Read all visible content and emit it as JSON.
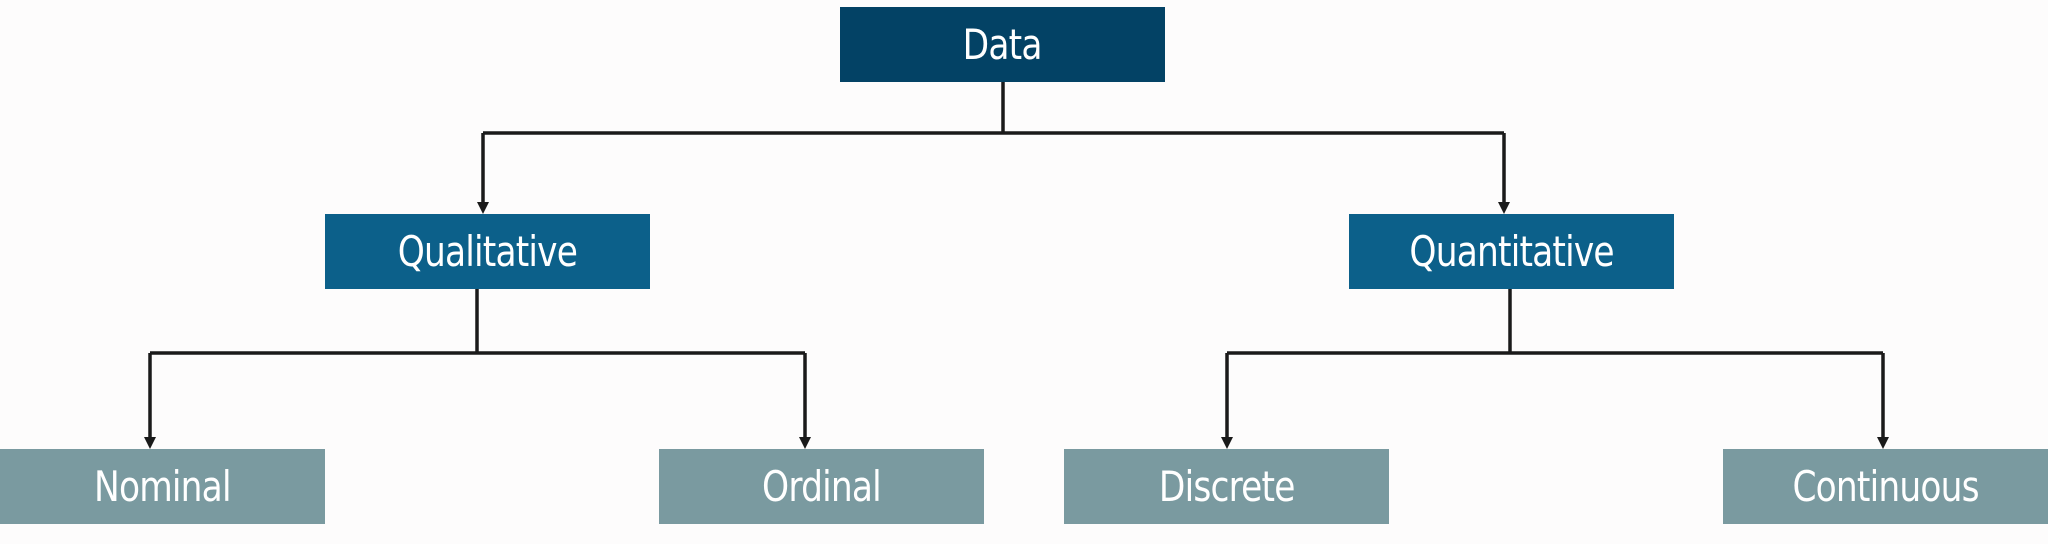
{
  "diagram": {
    "root": {
      "label": "Data",
      "color": "#034265"
    },
    "level1": [
      {
        "label": "Qualitative",
        "color": "#0c608a"
      },
      {
        "label": "Quantitative",
        "color": "#0c608a"
      }
    ],
    "level2": [
      {
        "label": "Nominal",
        "color": "#7a9aa0"
      },
      {
        "label": "Ordinal",
        "color": "#7a9aa0"
      },
      {
        "label": "Discrete",
        "color": "#7a9aa0"
      },
      {
        "label": "Continuous",
        "color": "#7a9aa0"
      }
    ],
    "connector_color": "#1a1a1a"
  }
}
